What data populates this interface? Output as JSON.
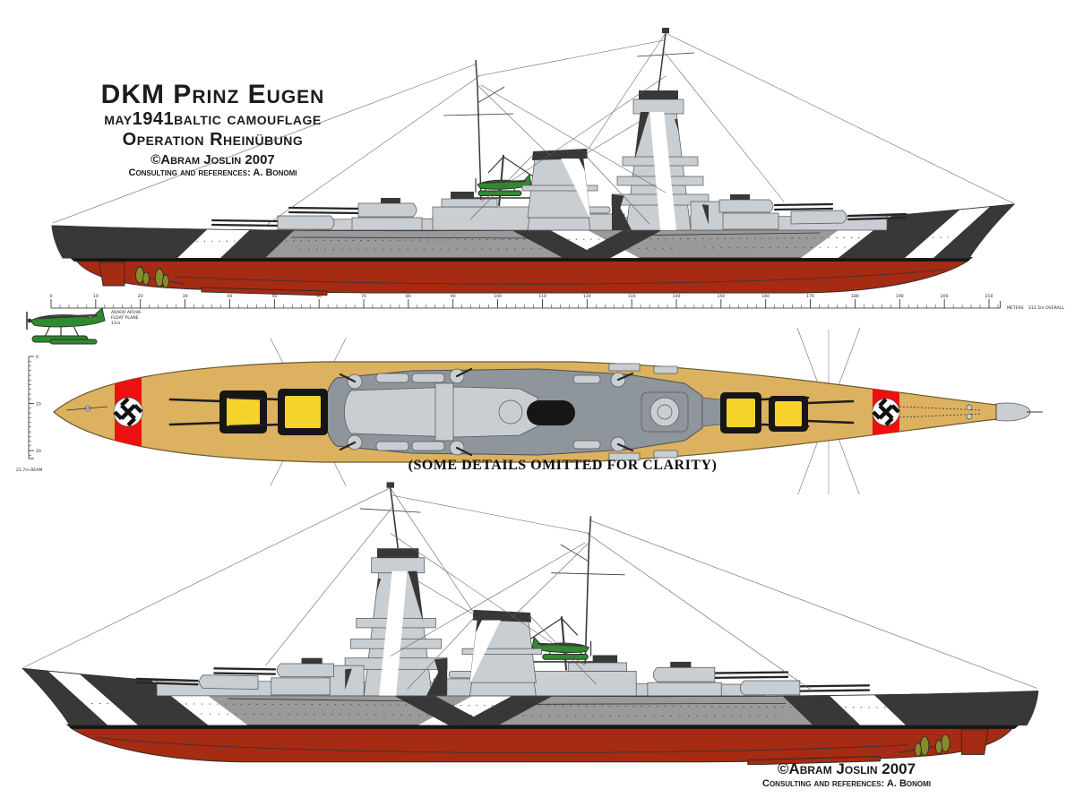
{
  "title_block": {
    "title": "DKM Prinz Eugen",
    "subtitle1": "may1941baltic camouflage",
    "subtitle2": "Operation Rheinübung",
    "copyright": "©Abram Joslin 2007",
    "credits": "Consulting and references: A. Bonomi"
  },
  "plan_view": {
    "caption": "(SOME DETAILS OMITTED FOR CLARITY)"
  },
  "credit_block": {
    "copyright": "©Abram Joslin 2007",
    "credits": "Consulting and references: A. Bonomi"
  },
  "scale_ruler": {
    "unit_label": "METERS",
    "overall_label": "212.5m OVERALL",
    "major_tick_labels": [
      "0",
      "10",
      "20",
      "30",
      "40",
      "50",
      "60",
      "70",
      "80",
      "90",
      "100",
      "110",
      "120",
      "130",
      "140",
      "150",
      "160",
      "170",
      "180",
      "190",
      "200",
      "210"
    ],
    "meters_per_major": 10,
    "minor_step_m": 2,
    "total_meters": 212.5
  },
  "beam_ruler": {
    "tick_labels": [
      "0",
      "10",
      "20"
    ],
    "meters_per_major": 10,
    "beam_label": "21.7m BEAM",
    "total_meters": 21.7
  },
  "floatplane_figure": {
    "label_line1": "ARADO AR196",
    "label_line2": "FLOAT PLANE",
    "label_line3": "11m"
  },
  "colors": {
    "hull_red": "#a52b12",
    "hull_gray": "#9a9a9a",
    "camo_dark": "#383838",
    "camo_white": "#ffffff",
    "superstructure_gray": "#c9ced3",
    "deck_tan": "#dcb15f",
    "plan_structure_gray": "#8e959b",
    "marking_red": "#ee1010",
    "turret_yellow": "#f6d32a",
    "plane_green": "#2e8b2e",
    "propeller_olive": "#8a8a2a"
  }
}
